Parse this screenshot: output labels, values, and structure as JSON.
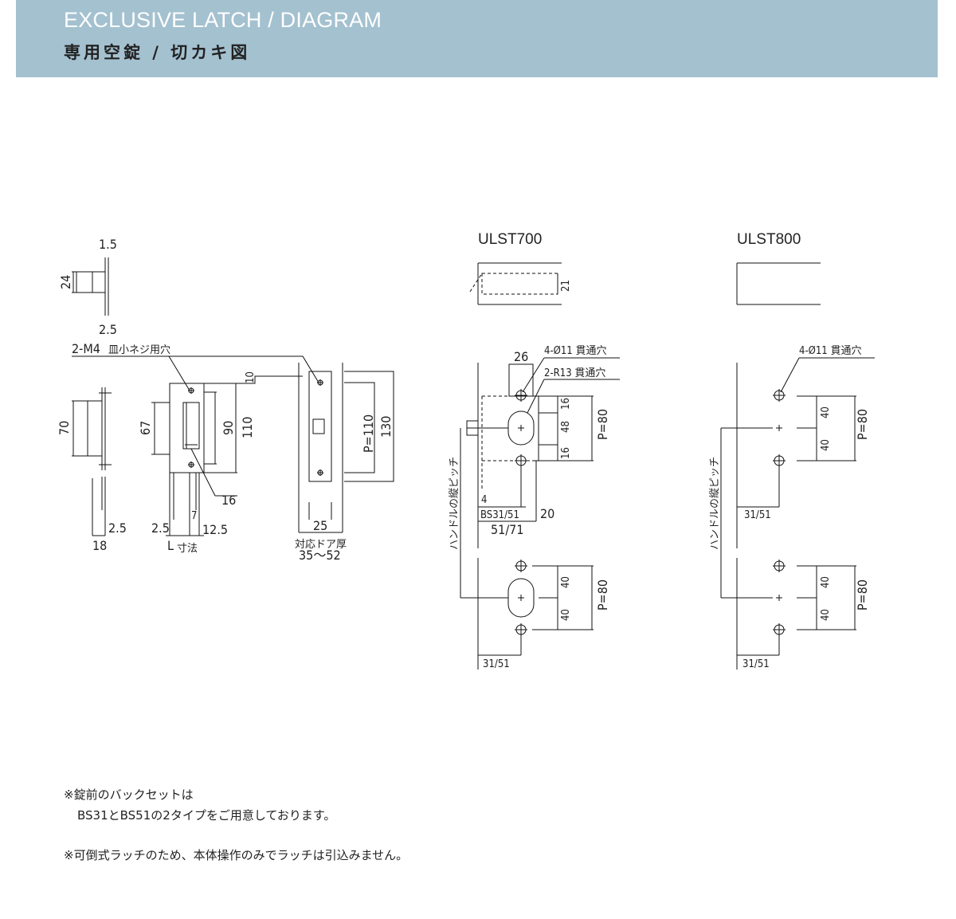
{
  "header": {
    "title_en": "EXCLUSIVE LATCH / DIAGRAM",
    "title_jp": "専用空錠 / 切カキ図"
  },
  "latch": {
    "dims": {
      "d1_5": "1.5",
      "d24": "24",
      "d2_5_top": "2.5",
      "screw_note_main": "2-M4",
      "screw_note_sub": "皿小ネジ用穴",
      "d70": "70",
      "d67": "67",
      "d90": "90",
      "d110": "110",
      "d10": "10",
      "d16": "16",
      "d7": "7",
      "d2_5_a": "2.5",
      "d18": "18",
      "d2_5_b": "2.5",
      "d12_5": "12.5",
      "l_size_main": "L",
      "l_size_sub": "寸法",
      "p110": "P=110",
      "d130": "130",
      "d25": "25",
      "door_thickness_label": "対応ドア厚",
      "door_thickness_range": "35～52"
    }
  },
  "ulst700": {
    "title": "ULST700",
    "d21": "21",
    "d26": "26",
    "through_hole_4": "4-Ø11 貫通穴",
    "through_hole_2": "2-R13 貫通穴",
    "d16_top": "16",
    "d48": "48",
    "d16_bot": "16",
    "p80_top": "P=80",
    "d4": "4",
    "bs_label": "BS31/51",
    "d20": "20",
    "bs_sum": "51/71",
    "pitch_label": "ハンドルの縦ピッチ",
    "d40_a": "40",
    "d40_b": "40",
    "p80_bot": "P=80",
    "bs_bottom": "31/51"
  },
  "ulst800": {
    "title": "ULST800",
    "through_hole_4": "4-Ø11 貫通穴",
    "d40_a": "40",
    "d40_b": "40",
    "p80_top": "P=80",
    "bs_mid": "31/51",
    "pitch_label": "ハンドルの縦ピッチ",
    "d40_c": "40",
    "d40_d": "40",
    "p80_bot": "P=80",
    "bs_bottom": "31/51"
  },
  "notes": {
    "line1": "※錠前のバックセットは",
    "line2": "BS31とBS51の2タイプをご用意しております。",
    "line3": "※可倒式ラッチのため、本体操作のみでラッチは引込みません。"
  }
}
